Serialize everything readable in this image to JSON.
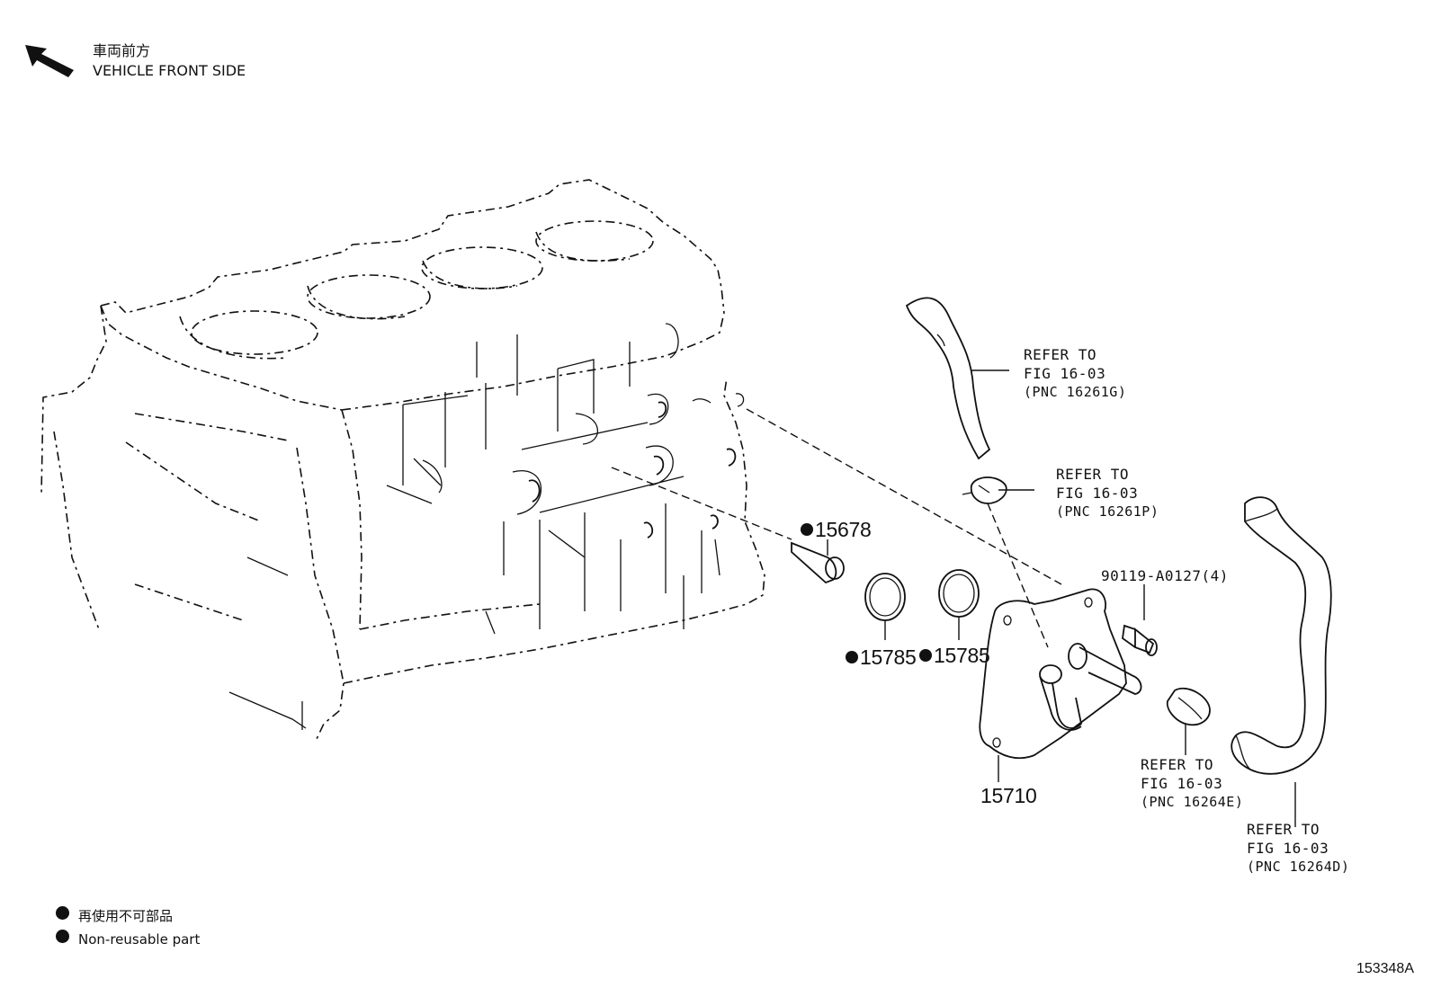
{
  "header": {
    "direction_jp": "車両前方",
    "direction_en": "VEHICLE FRONT SIDE",
    "icon": "arrow-up-left-icon"
  },
  "callouts": {
    "refer_g": {
      "line1": "REFER TO",
      "line2": "FIG 16-03",
      "line3": "(PNC 16261G)"
    },
    "refer_p": {
      "line1": "REFER TO",
      "line2": "FIG 16-03",
      "line3": "(PNC 16261P)"
    },
    "refer_e": {
      "line1": "REFER TO",
      "line2": "FIG 16-03",
      "line3": "(PNC 16264E)"
    },
    "refer_d": {
      "line1": "REFER TO",
      "line2": "FIG 16-03",
      "line3": "(PNC 16264D)"
    },
    "bolt": "90119-A0127(4)"
  },
  "parts": {
    "union": "15678",
    "gasket_1": "15785",
    "gasket_2": "15785",
    "oil_cooler": "15710"
  },
  "legend": {
    "jp": "再使用不可部品",
    "en": "Non-reusable part",
    "marker_color": "#111111"
  },
  "figure_id": "153348A"
}
